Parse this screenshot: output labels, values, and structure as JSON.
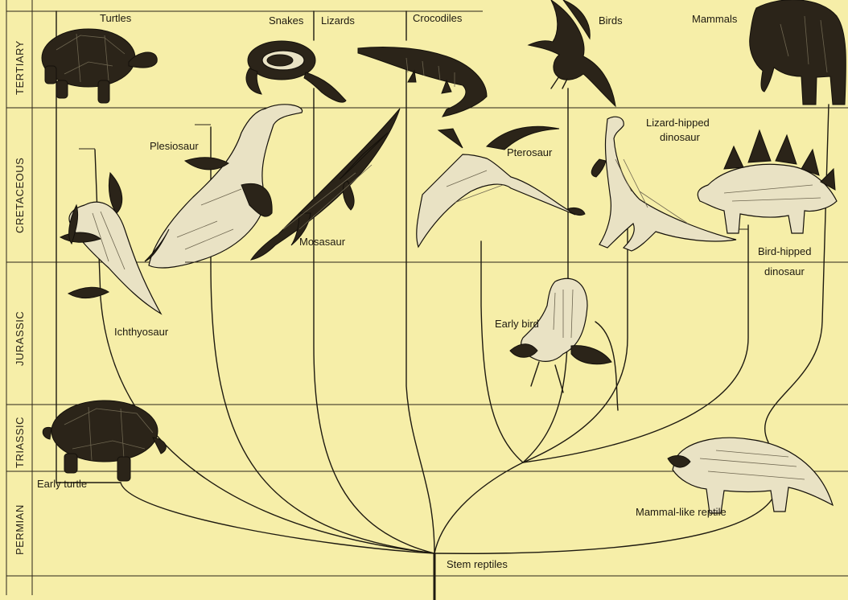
{
  "periods": [
    {
      "name": "TERTIARY"
    },
    {
      "name": "CRETACEOUS"
    },
    {
      "name": "JURASSIC"
    },
    {
      "name": "TRIASSIC"
    },
    {
      "name": "PERMIAN"
    }
  ],
  "labels": {
    "turtles": "Turtles",
    "snakes": "Snakes",
    "lizards": "Lizards",
    "crocodiles": "Crocodiles",
    "birds": "Birds",
    "mammals": "Mammals",
    "plesiosaur": "Plesiosaur",
    "pterosaur": "Pterosaur",
    "lizard_hipped": [
      "Lizard-hipped",
      "dinosaur"
    ],
    "bird_hipped": [
      "Bird-hipped",
      "dinosaur"
    ],
    "mosasaur": "Mosasaur",
    "ichthyosaur": "Ichthyosaur",
    "early_bird": "Early bird",
    "early_turtle": "Early turtle",
    "mammal_like": "Mammal-like reptile",
    "stem": "Stem reptiles"
  },
  "colors": {
    "background": "#f6eea8",
    "ink": "#1e1a10"
  },
  "icons": [
    "turtle-icon",
    "snake-icon",
    "crocodile-icon",
    "bird-icon",
    "elephant-icon",
    "plesiosaur-icon",
    "mosasaur-icon",
    "ichthyosaur-icon",
    "pterosaur-icon",
    "lizard-hipped-dinosaur-icon",
    "stegosaurus-icon",
    "archaeopteryx-icon",
    "early-turtle-icon",
    "mammal-like-reptile-icon"
  ]
}
